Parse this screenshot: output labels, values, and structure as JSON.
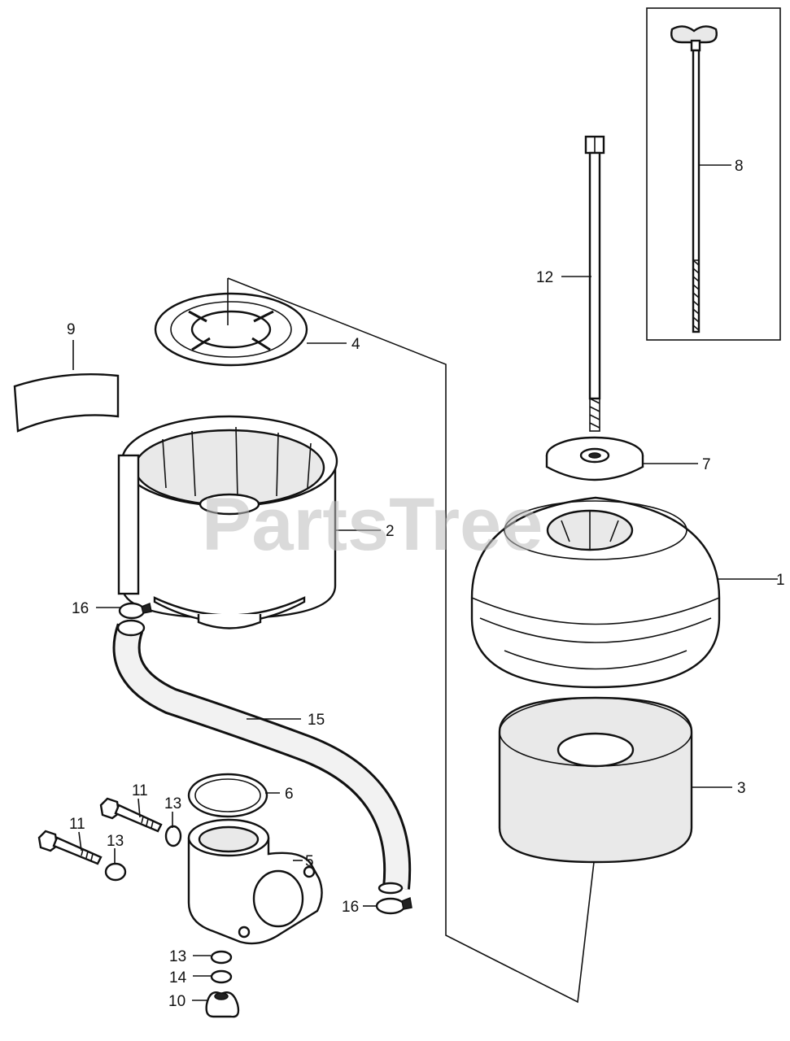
{
  "watermark": "PartsTree",
  "callouts": [
    {
      "id": "c1",
      "text": "1"
    },
    {
      "id": "c2",
      "text": "2"
    },
    {
      "id": "c3",
      "text": "3"
    },
    {
      "id": "c4",
      "text": "4"
    },
    {
      "id": "c5",
      "text": "5"
    },
    {
      "id": "c6",
      "text": "6"
    },
    {
      "id": "c7",
      "text": "7"
    },
    {
      "id": "c8",
      "text": "8"
    },
    {
      "id": "c9",
      "text": "9"
    },
    {
      "id": "c10",
      "text": "10"
    },
    {
      "id": "c11a",
      "text": "11"
    },
    {
      "id": "c11b",
      "text": "11"
    },
    {
      "id": "c12",
      "text": "12"
    },
    {
      "id": "c13a",
      "text": "13"
    },
    {
      "id": "c13b",
      "text": "13"
    },
    {
      "id": "c13c",
      "text": "13"
    },
    {
      "id": "c14",
      "text": "14"
    },
    {
      "id": "c15",
      "text": "15"
    },
    {
      "id": "c16a",
      "text": "16"
    },
    {
      "id": "c16b",
      "text": "16"
    }
  ],
  "parts": [
    {
      "id": "p1",
      "callout": "1"
    },
    {
      "id": "p2",
      "callout": "2"
    },
    {
      "id": "p3",
      "callout": "3"
    },
    {
      "id": "p4",
      "callout": "4"
    },
    {
      "id": "p5",
      "callout": "5"
    },
    {
      "id": "p6",
      "callout": "6"
    },
    {
      "id": "p7",
      "callout": "7"
    },
    {
      "id": "p8",
      "callout": "8"
    },
    {
      "id": "p9",
      "callout": "9"
    },
    {
      "id": "p10",
      "callout": "10"
    },
    {
      "id": "p11",
      "callout": "11"
    },
    {
      "id": "p12",
      "callout": "12"
    },
    {
      "id": "p13",
      "callout": "13"
    },
    {
      "id": "p14",
      "callout": "14"
    },
    {
      "id": "p15",
      "callout": "15"
    },
    {
      "id": "p16",
      "callout": "16"
    }
  ]
}
